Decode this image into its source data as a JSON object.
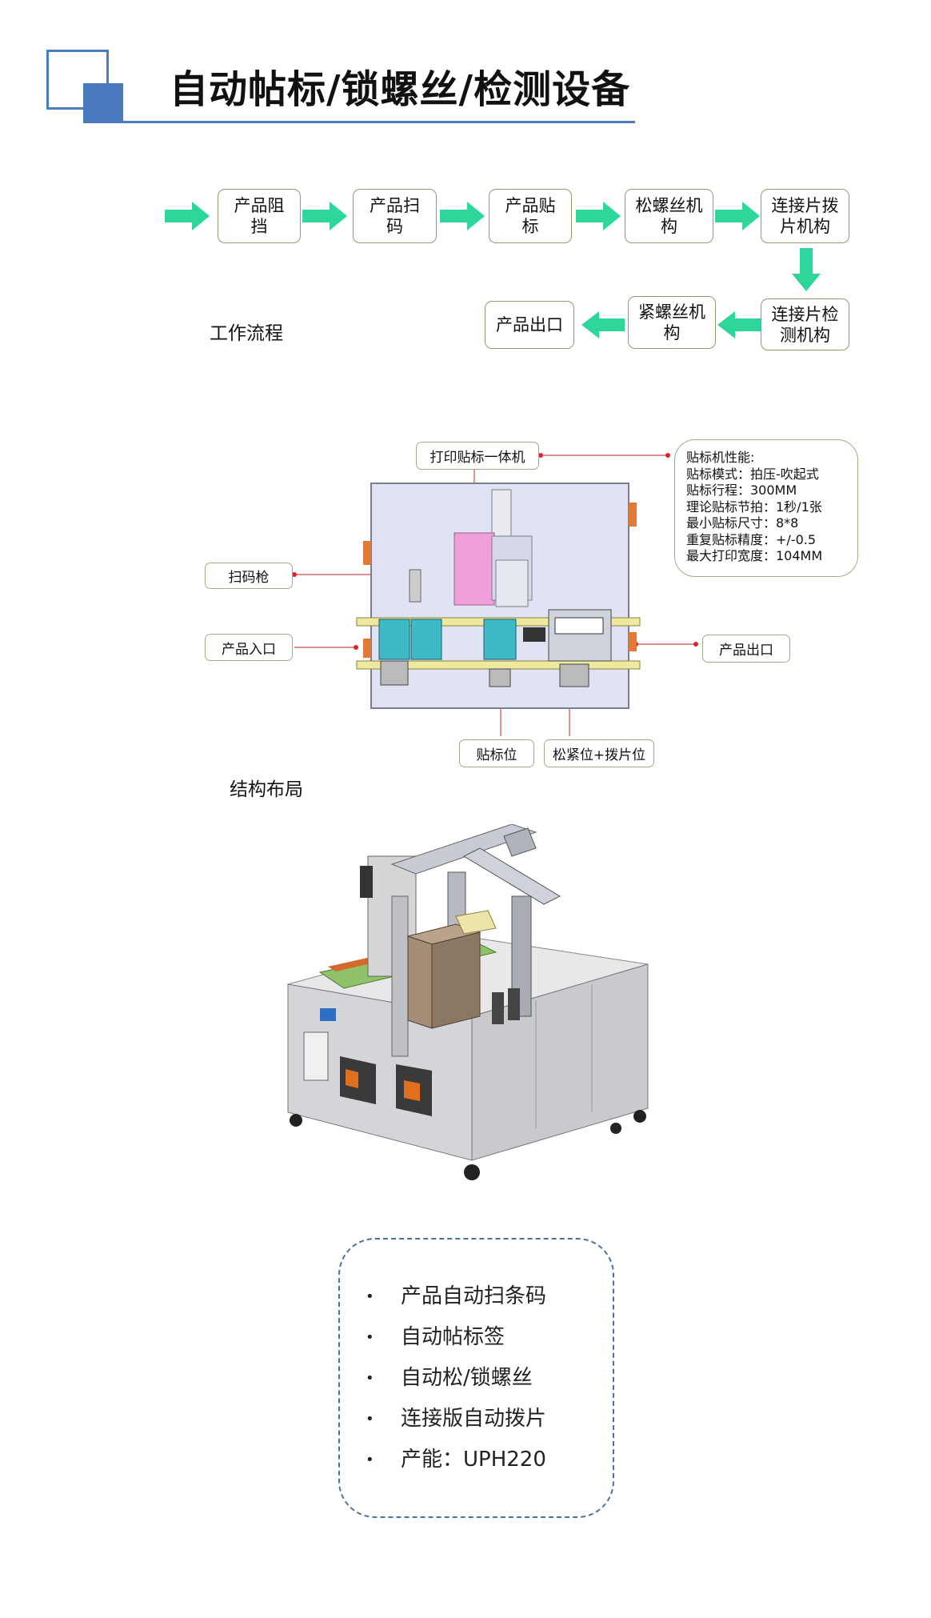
{
  "title": "自动帖标/锁螺丝/检测设备",
  "flow": {
    "section_label": "工作流程",
    "steps": [
      "产品阻\n挡",
      "产品扫\n码",
      "产品贴\n标",
      "松螺丝机\n构",
      "连接片拨\n片机构",
      "连接片检\n测机构",
      "紧螺丝机\n构",
      "产品出口"
    ]
  },
  "layout": {
    "section_label": "结构布局",
    "callouts": {
      "print_label": "打印贴标一体机",
      "scanner": "扫码枪",
      "entry": "产品入口",
      "exit": "产品出口",
      "label_position": "贴标位",
      "loosen_tighten_position": "松紧位+拨片位"
    },
    "specs": {
      "header": "贴标机性能:",
      "lines": [
        "贴标模式：拍压-吹起式",
        "贴标行程：300MM",
        "理论贴标节拍：1秒/1张",
        "最小贴标尺寸：8*8",
        "重复贴标精度：+/-0.5",
        "最大打印宽度：104MM"
      ]
    }
  },
  "features": [
    "产品自动扫条码",
    "自动帖标签",
    "自动松/锁螺丝",
    "连接版自动拨片",
    "产能：UPH220"
  ],
  "colors": {
    "accent_blue": "#4b7bbf",
    "arrow_green": "#2fd69a",
    "box_border": "#8aa06f",
    "callout_dot": "#d9242b"
  }
}
